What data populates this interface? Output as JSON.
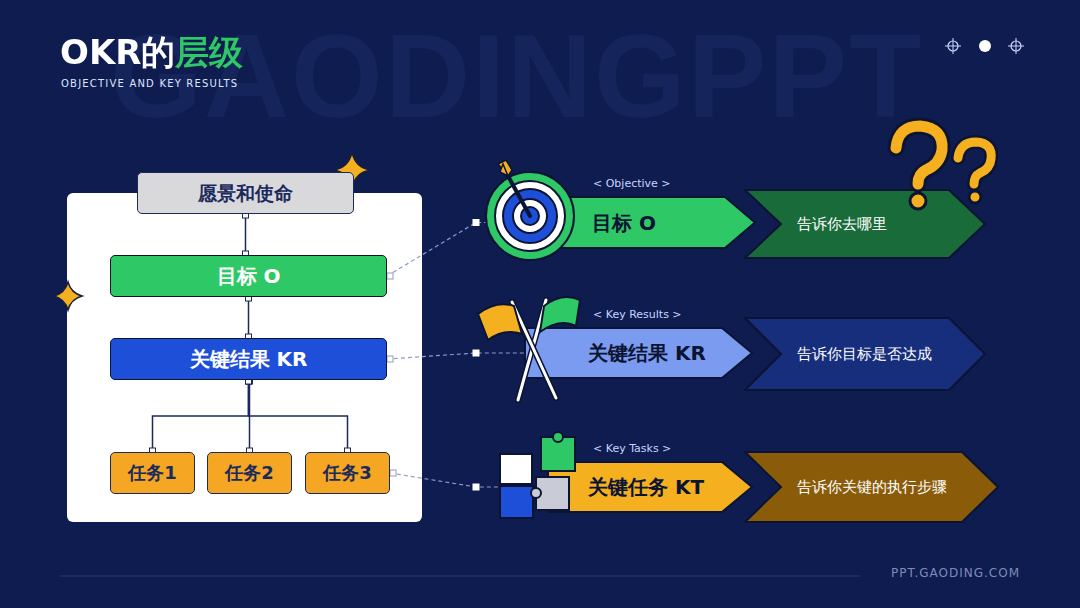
{
  "diagram": {
    "title": "OKR的层级",
    "nodes": [
      {
        "text": [
          "愿景和使命"
        ]
      },
      {
        "text": [
          "目标 O"
        ]
      },
      {
        "text": [
          "关键结果 KR"
        ]
      },
      {
        "text": [
          "任务1"
        ]
      },
      {
        "text": [
          "任务2"
        ]
      },
      {
        "text": [
          "任务3"
        ]
      },
      {
        "text": [
          "< Objective >",
          "目标 O"
        ]
      },
      {
        "text": [
          "告诉你去哪里"
        ]
      },
      {
        "text": [
          "< Key Results >",
          "关键结果 KR"
        ]
      },
      {
        "text": [
          "告诉你目标是否达成"
        ]
      },
      {
        "text": [
          "< Key Tasks >",
          "关键任务 KT"
        ]
      },
      {
        "text": [
          "告诉你关键的执行步骤"
        ]
      }
    ],
    "edges": [
      {
        "from": 0,
        "to": 1,
        "arrow": "none"
      },
      {
        "from": 1,
        "to": 2,
        "arrow": "none"
      },
      {
        "from": 2,
        "to": 3,
        "arrow": "none"
      },
      {
        "from": 2,
        "to": 4,
        "arrow": "none"
      },
      {
        "from": 2,
        "to": 5,
        "arrow": "none"
      },
      {
        "from": 1,
        "to": 6,
        "arrow": "none"
      },
      {
        "from": 2,
        "to": 8,
        "arrow": "none"
      },
      {
        "from": 5,
        "to": 10,
        "arrow": "none"
      }
    ],
    "labels": [
      "OBJECTIVE AND KEY RESULTS",
      "GAODINGPPT",
      "PPT.GAODING.COM"
    ]
  }
}
